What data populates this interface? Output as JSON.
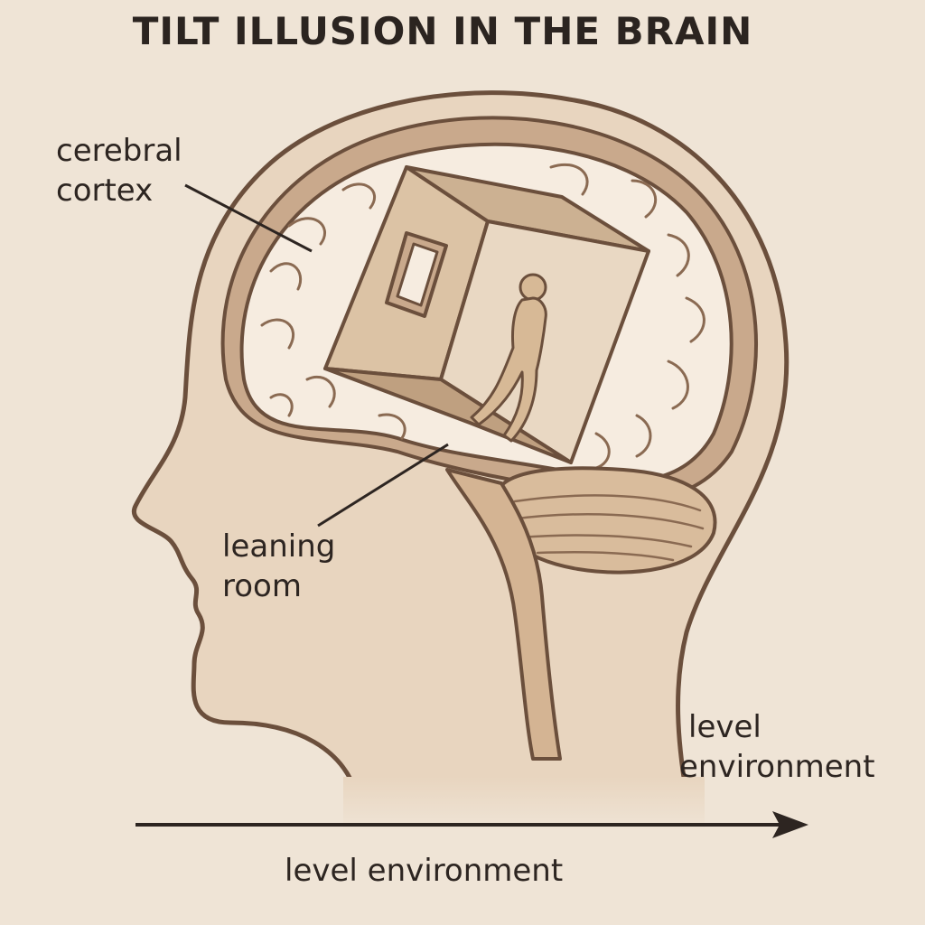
{
  "title": "TILT ILLUSION IN THE BRAIN",
  "labels": {
    "cortex": {
      "line1": "cerebral",
      "line2": "cortex"
    },
    "room": {
      "line1": "leaning",
      "line2": "room"
    },
    "level_right": {
      "line1": "level",
      "line2": "environment"
    },
    "level_bottom": "level environment"
  },
  "colors": {
    "background": "#efe4d6",
    "outline": "#6b4f3c",
    "skin": "#e8d5bf",
    "brain": "#f6ece0",
    "cortex_band": "#c9a98c",
    "room_wall": "#dcc3a5",
    "room_floor": "#bfa080",
    "figure": "#d7b996",
    "ink": "#2d2521"
  },
  "icons": {
    "head": "head-profile-icon",
    "brain": "brain-icon",
    "room": "tilted-room-icon",
    "figure": "walking-person-icon",
    "arrow": "right-arrow-icon"
  }
}
